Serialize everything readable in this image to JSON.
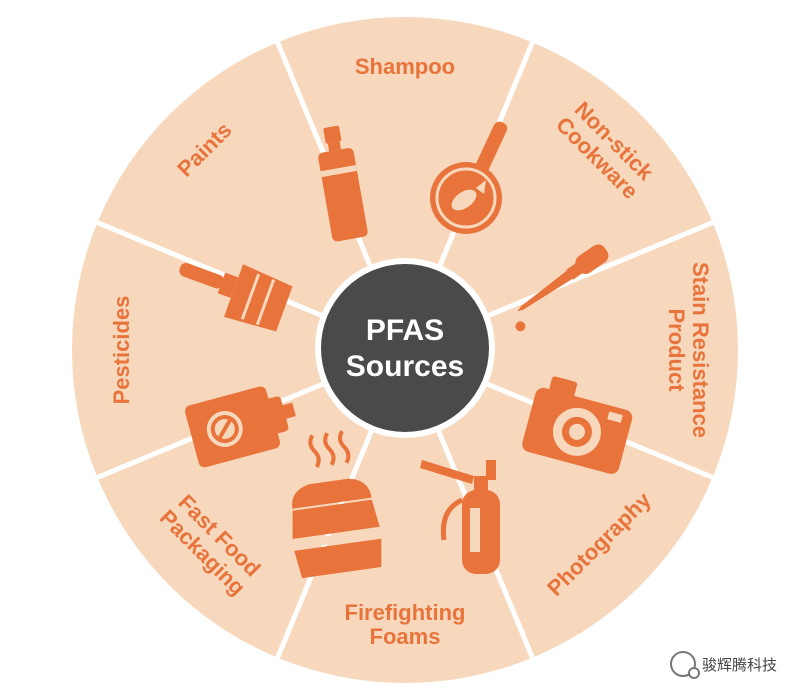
{
  "center": {
    "line1": "PFAS",
    "line2": "Sources"
  },
  "segments": [
    {
      "lines": [
        "Shampoo"
      ],
      "icon": "shampoo-bottle-icon"
    },
    {
      "lines": [
        "Non-stick",
        "Cookware"
      ],
      "icon": "frying-pan-icon"
    },
    {
      "lines": [
        "Stain Resistance",
        "Product"
      ],
      "icon": "dropper-icon"
    },
    {
      "lines": [
        "Photography"
      ],
      "icon": "camera-icon"
    },
    {
      "lines": [
        "Firefighting",
        "Foams"
      ],
      "icon": "fire-extinguisher-icon"
    },
    {
      "lines": [
        "Fast Food",
        "Packaging"
      ],
      "icon": "food-container-icon"
    },
    {
      "lines": [
        "Pesticides"
      ],
      "icon": "spray-can-icon"
    },
    {
      "lines": [
        "Paints"
      ],
      "icon": "paint-brush-icon"
    }
  ],
  "watermark": {
    "text": "骏辉腾科技"
  },
  "colors": {
    "wheel": "#f8d8bd",
    "divider": "#ffffff",
    "icon": "#e8743b",
    "center": "#4a4a4a"
  }
}
